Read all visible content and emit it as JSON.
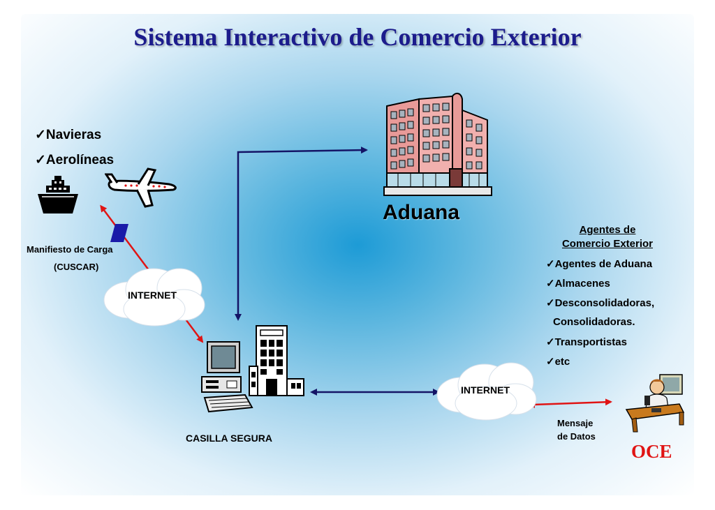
{
  "title": "Sistema Interactivo de Comercio Exterior",
  "left_list": {
    "items": [
      "Navieras",
      "Aerolíneas"
    ]
  },
  "manifest": {
    "line1": "Manifiesto de Carga",
    "line2": "(CUSCAR)"
  },
  "cloud_left": {
    "label": "INTERNET"
  },
  "cloud_right": {
    "label": "INTERNET"
  },
  "aduana": {
    "label": "Aduana"
  },
  "casilla": {
    "label": "CASILLA SEGURA"
  },
  "agents": {
    "title_line1": "Agentes de",
    "title_line2": "Comercio Exterior",
    "items": [
      "Agentes de Aduana",
      "Almacenes",
      "Desconsolidadoras,",
      "Consolidadoras.",
      "Transportistas",
      "etc"
    ]
  },
  "mensaje": {
    "line1": "Mensaje",
    "line2": "de Datos"
  },
  "oce": {
    "label": "OCE"
  },
  "colors": {
    "title": "#1c1c8c",
    "arrow_blue": "#141466",
    "arrow_red": "#e01414",
    "oce": "#e01414"
  },
  "icons": [
    "ship-icon",
    "airplane-icon",
    "building-icon",
    "computer-icon",
    "office-building-icon",
    "person-desk-icon",
    "document-icon"
  ]
}
